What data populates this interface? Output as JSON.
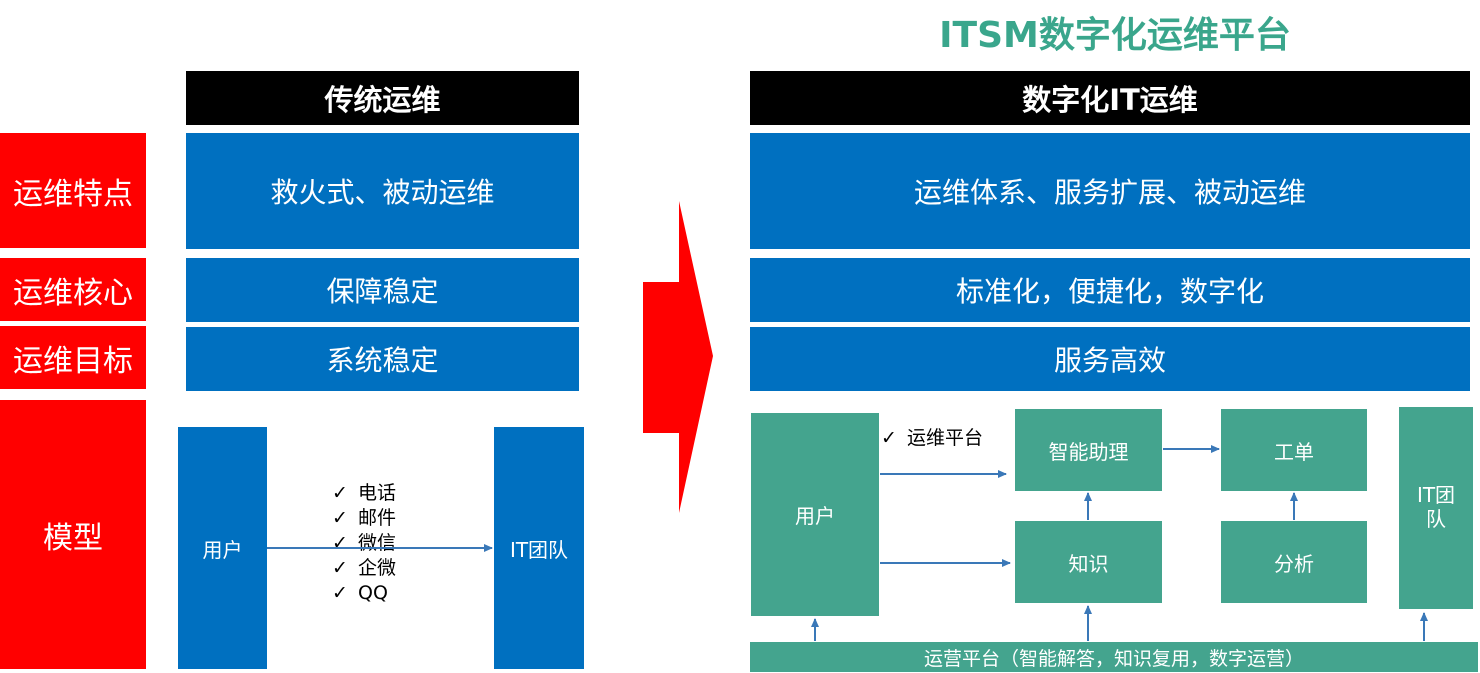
{
  "title": "ITSM数字化运维平台",
  "colors": {
    "title": "#3aa68c",
    "red": "#ff0000",
    "blue": "#0070c0",
    "teal": "#44a48e",
    "black": "#000000",
    "arrow": "#3a78b8"
  },
  "row_labels": {
    "features": "运维特点",
    "core": "运维核心",
    "goal": "运维目标",
    "model": "模型"
  },
  "traditional": {
    "header": "传统运维",
    "features": "救火式、被动运维",
    "core": "保障稳定",
    "goal": "系统稳定",
    "model": {
      "user": "用户",
      "it_team": "IT团队",
      "channels": [
        "电话",
        "邮件",
        "微信",
        "企微",
        "QQ"
      ]
    }
  },
  "digital": {
    "header": "数字化IT运维",
    "features": "运维体系、服务扩展、被动运维",
    "core": "标准化，便捷化，数字化",
    "goal": "服务高效",
    "model": {
      "user": "用户",
      "platform_check": "运维平台",
      "assistant": "智能助理",
      "ticket": "工单",
      "knowledge": "知识",
      "analysis": "分析",
      "it_team": "IT团队",
      "ops_bar": "运营平台（智能解答，知识复用，数字运营）"
    }
  }
}
